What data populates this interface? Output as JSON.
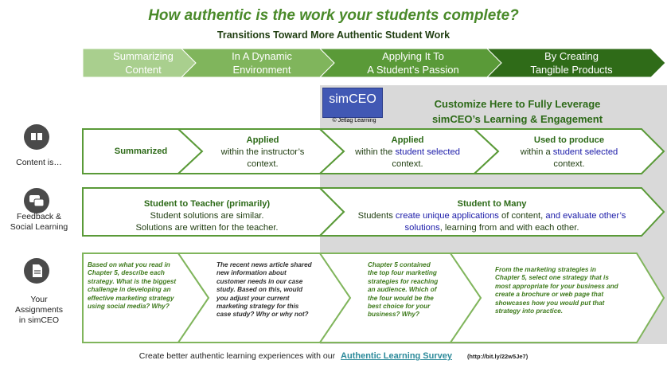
{
  "title": "How authentic is the work your students complete?",
  "subtitle": "Transitions Toward More Authentic Student Work",
  "stages": [
    {
      "line1": "Summarizing",
      "line2": "Content"
    },
    {
      "line1": "In A Dynamic",
      "line2": "Environment"
    },
    {
      "line1": "Applying It To",
      "line2": "A Student’s Passion"
    },
    {
      "line1": "By Creating",
      "line2": "Tangible Products"
    }
  ],
  "logo": {
    "text": "simCEO",
    "copyright": "© Jetlag Learning"
  },
  "customize": {
    "line1": "Customize Here to Fully Leverage",
    "line2": "simCEO’s Learning & Engagement"
  },
  "rows": {
    "content": {
      "label": "Content is…"
    },
    "feedback": {
      "label_line1": "Feedback &",
      "label_line2": "Social Learning"
    },
    "assignments": {
      "label_line1": "Your",
      "label_line2": "Assignments",
      "label_line3": "in simCEO"
    }
  },
  "content_cells": {
    "c1": {
      "title": "Summarized"
    },
    "c2": {
      "title": "Applied",
      "line1": "within the instructor’s",
      "line2": "context."
    },
    "c3": {
      "title": "Applied",
      "pre": "within the ",
      "highlight": "student selected",
      "line2": "context."
    },
    "c4": {
      "title": "Used to produce",
      "pre": "within a ",
      "highlight": "student selected",
      "line2": "context."
    }
  },
  "feedback_cells": {
    "f1": {
      "title": "Student to Teacher (primarily)",
      "line1": "Student solutions are similar.",
      "line2": "Solutions are written for the teacher."
    },
    "f2": {
      "title": "Student to Many",
      "p1": "Students ",
      "h1": "create unique applications",
      "p2": " of content, ",
      "h2": "and evaluate",
      "h3": "other’s solutions",
      "p3": ", learning from and with each other."
    }
  },
  "assignments": {
    "a1": "Based on what you read in Chapter 5, describe each strategy. What is the biggest challenge in developing an effective marketing strategy using social media? Why?",
    "a2": "The recent news article shared new information about customer needs in our case study. Based on this, would you adjust your current marketing strategy for this case study? Why or why not?",
    "a3": "Chapter 5 contained the top four marketing strategies for reaching an audience. Which of the four would be the best choice for your business? Why?",
    "a4": "From the marketing strategies in Chapter 5, select one strategy that is most appropriate for your business and create a brochure or web page that showcases how you would put that strategy into practice."
  },
  "footer": {
    "pre": "Create better authentic learning experiences with our",
    "link": "Authentic Learning Survey",
    "url": "(http://bit.ly/22w5Je7)"
  },
  "colors": {
    "stage1": "#a9cf8e",
    "stage2": "#80b55c",
    "stage3": "#5a9a38",
    "stage4": "#2f6b18",
    "outline": "#5a9a38",
    "panel": "#d9d9d9"
  }
}
